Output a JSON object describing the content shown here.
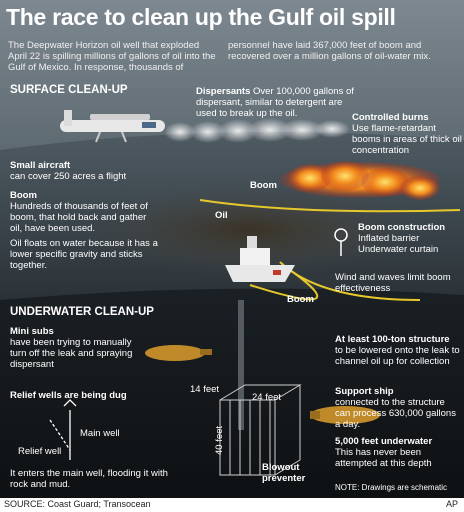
{
  "title": "The race to clean up the Gulf oil spill",
  "intro_left": "The Deepwater Horizon oil well that exploded April 22 is spilling millions of gallons of oil into the Gulf of Mexico. In response, thousands of",
  "intro_right": "personnel have laid 367,000 feet of boom and recovered over a million gallons of oil-water mix.",
  "surface_heading": "SURFACE CLEAN-UP",
  "dispersants": {
    "label": "Dispersants",
    "text": "Over 100,000 gallons of dispersant, similar to detergent are used to break up the oil."
  },
  "burns": {
    "label": "Controlled burns",
    "text": "Use flame-retardant booms in areas of thick oil concentration"
  },
  "aircraft": {
    "label": "Small aircraft",
    "text": "can cover 250 acres a flight"
  },
  "boom": {
    "label": "Boom",
    "text": "Hundreds of thousands of feet of boom, that hold back and gather oil, have been used.",
    "text2": "Oil floats on water because it has a lower specific gravity and sticks together."
  },
  "boom_construction": {
    "label": "Boom construction",
    "item1": "Inflated barrier",
    "item2": "Underwater curtain"
  },
  "surface_tags": {
    "boom_top": "Boom",
    "oil": "Oil",
    "boom_bottom": "Boom"
  },
  "wind": "Wind and waves limit boom effectiveness",
  "underwater_heading": "UNDERWATER CLEAN-UP",
  "mini_subs": {
    "label": "Mini subs",
    "text": "have been trying to manually turn off the leak and spraying dispersant"
  },
  "relief": {
    "label": "Relief wells are being dug",
    "main_well": "Main well",
    "relief_well": "Relief well",
    "text": "It enters the main well, flooding it with rock and mud."
  },
  "structure": {
    "label": "At least 100-ton structure",
    "text": "to be lowered onto the leak to channel oil up for collection",
    "dim1": "14 feet",
    "dim2": "24 feet",
    "dim3": "40 feet"
  },
  "support_ship": {
    "label": "Support ship",
    "text": "connected to the structure can process 630,000 gallons a day."
  },
  "depth": {
    "label": "5,000 feet underwater",
    "text": "This has never been attempted at this depth"
  },
  "blowout": "Blowout preventer",
  "note": "NOTE: Drawings are schematic",
  "source": "SOURCE: Coast Guard; Transocean",
  "credit": "AP"
}
